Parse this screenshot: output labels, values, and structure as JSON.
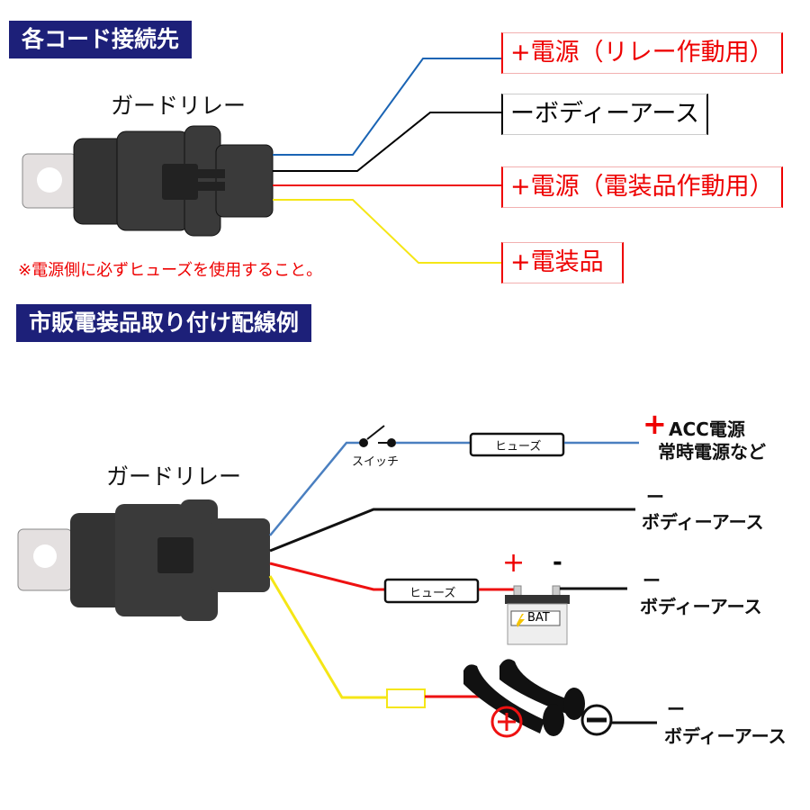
{
  "section1": {
    "header": "各コード接続先",
    "relay_label": "ガードリレー",
    "targets": [
      "+電源（リレー作動用）",
      "ーボディーアース",
      "+電源（電装品作動用）",
      "+電装品"
    ],
    "note": "※電源側に必ずヒューズを使用すること。"
  },
  "section2": {
    "header": "市販電装品取り付け配線例",
    "relay_label": "ガードリレー",
    "switch_label": "スイッチ",
    "fuse_label": "ヒューズ",
    "acc_plus": "+",
    "acc_line1": "ACC電源",
    "acc_line2": "常時電源など",
    "minus": "ー",
    "earth": "ボディーアース",
    "battery_plus": "+",
    "battery_minus": "-",
    "battery_label": "BAT"
  },
  "colors": {
    "blue": "#1a64b4",
    "red": "#ee1111",
    "yellow": "#f5e616",
    "navy": "#1d2079"
  }
}
